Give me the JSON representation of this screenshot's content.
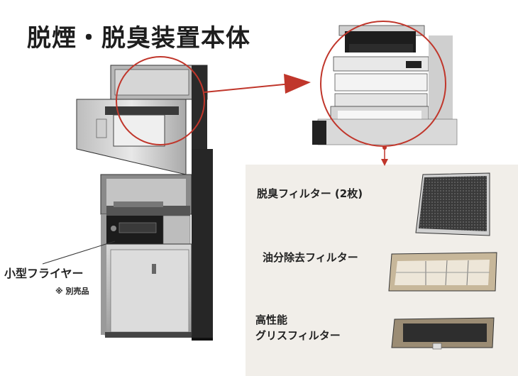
{
  "title": "脱煙・脱臭装置本体",
  "fryer": {
    "label": "小型フライヤー",
    "note": "※ 別売品"
  },
  "filters": [
    {
      "label": "脱臭フィルター (2枚)"
    },
    {
      "label": "油分除去フィルター"
    },
    {
      "label_line1": "高性能",
      "label_line2": "グリスフィルター"
    }
  ],
  "colors": {
    "accent": "#c0362b",
    "panel_bg": "#f1eee9",
    "steel": "#cfcfcf"
  }
}
